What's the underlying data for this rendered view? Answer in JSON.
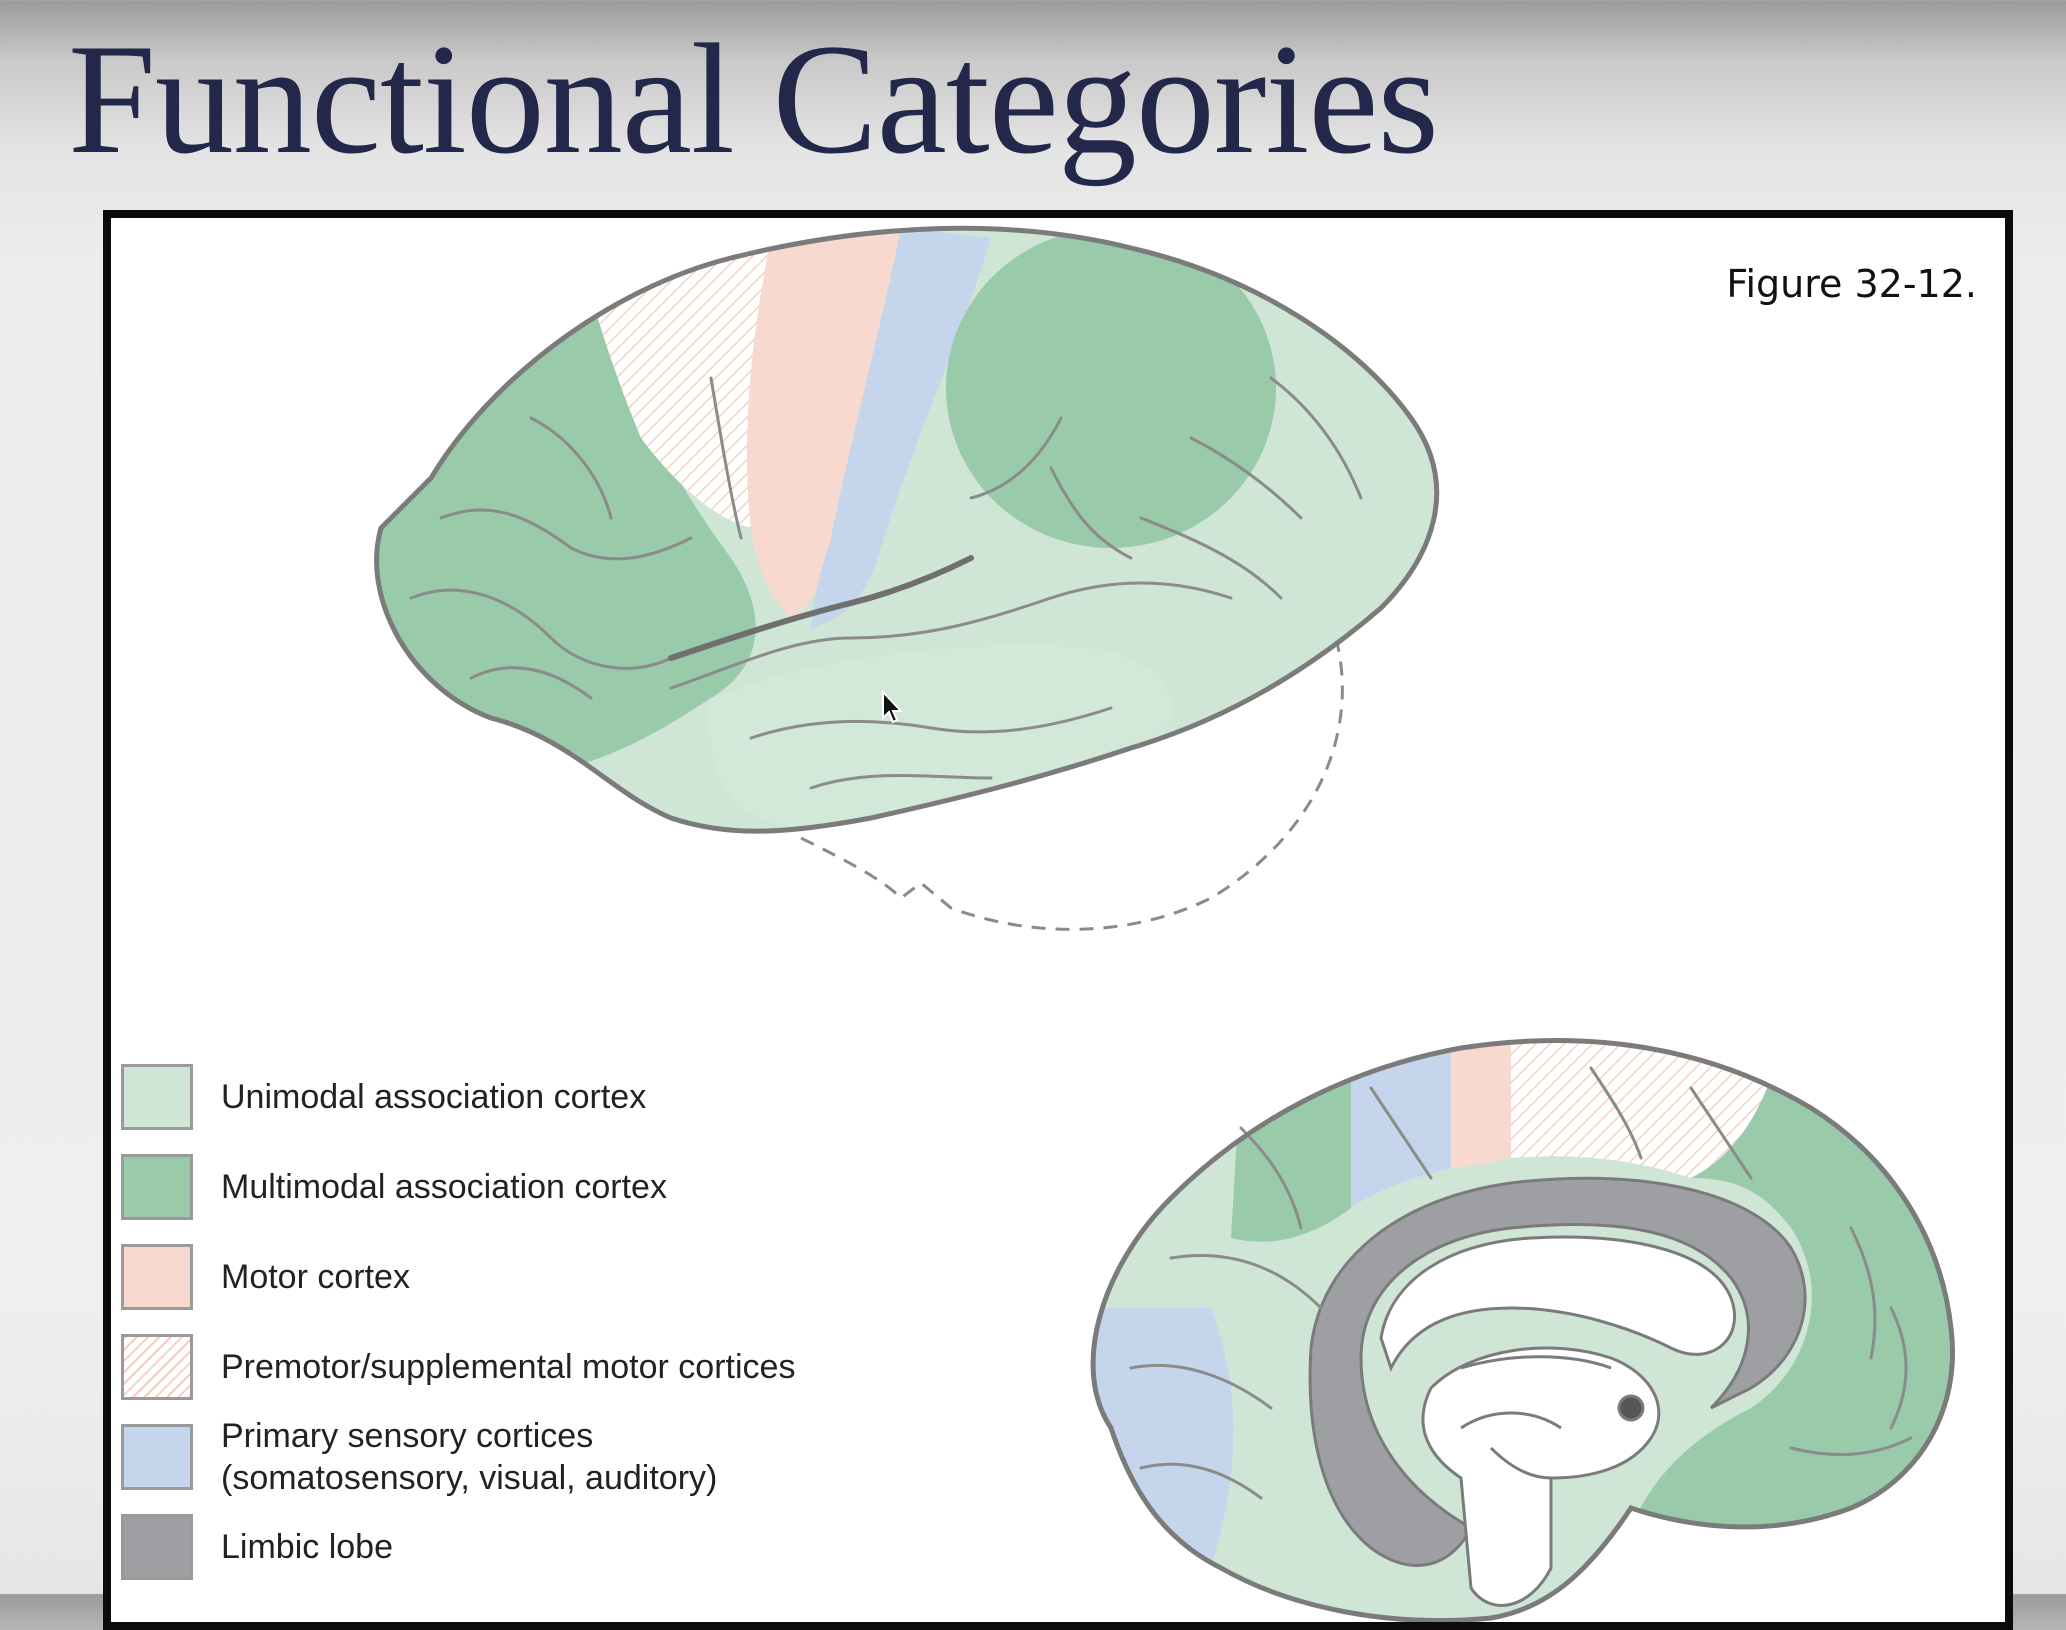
{
  "slide": {
    "title": "Functional Categories",
    "figure_label": "Figure 32-12."
  },
  "colors": {
    "unimodal": "#cfe6d7",
    "multimodal": "#99cbab",
    "motor": "#f7d9cf",
    "premotor_hatch": "#f6cdbd",
    "primary_sensory": "#c5d6ec",
    "limbic": "#9e9fa3",
    "outline": "#7b7b7b"
  },
  "legend": {
    "items": [
      {
        "label": "Unimodal association cortex",
        "color": "#cfe6d7"
      },
      {
        "label": "Multimodal association cortex",
        "color": "#99cbab"
      },
      {
        "label": "Motor cortex",
        "color": "#f7d9cf"
      },
      {
        "label": "Premotor/supplemental motor cortices",
        "color": "hatch"
      },
      {
        "label": "Primary sensory cortices",
        "label2": "(somatosensory, visual, auditory)",
        "color": "#c5d6ec"
      },
      {
        "label": "Limbic lobe",
        "color": "#9e9fa3"
      }
    ]
  }
}
